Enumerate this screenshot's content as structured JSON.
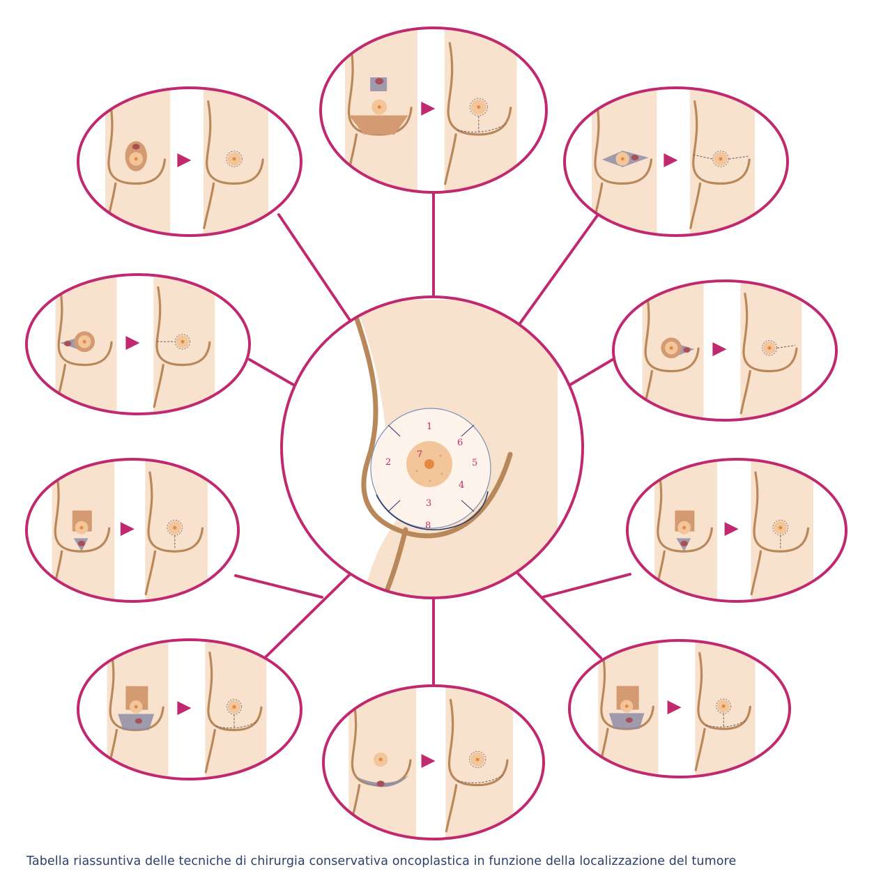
{
  "caption": "Tabella riassuntiva delle tecniche di chirurgia conservativa oncoplastica in funzione della localizzazione del tumore",
  "zones": [
    "1",
    "2",
    "3",
    "4",
    "5",
    "6",
    "7",
    "8"
  ],
  "colors": {
    "frame": "#c0286f",
    "skin": "#f8e1cd",
    "outline": "#b8875a",
    "areola": "#f3c59a",
    "nipple": "#e4893f",
    "resection": "#8f8ea6",
    "tumor": "#a8505a",
    "arrow": "#c0286f",
    "caption": "#2a3f6a"
  },
  "panels": [
    {
      "id": "top",
      "zone": "1",
      "technique": "upper-pedicle-vertical"
    },
    {
      "id": "top-left",
      "zone": "2",
      "technique": "round-block"
    },
    {
      "id": "top-right",
      "zone": "6",
      "technique": "batwing-lateral"
    },
    {
      "id": "mid-left",
      "zone": "2",
      "technique": "medial-triangle"
    },
    {
      "id": "mid-right",
      "zone": "5",
      "technique": "lateral-triangle"
    },
    {
      "id": "lower-left",
      "zone": "3",
      "technique": "j-plasty"
    },
    {
      "id": "lower-right",
      "zone": "4",
      "technique": "vertical-scar"
    },
    {
      "id": "bottom-left",
      "zone": "3",
      "technique": "inverted-t"
    },
    {
      "id": "bottom",
      "zone": "8",
      "technique": "inframammary-crescent"
    },
    {
      "id": "bottom-right",
      "zone": "4",
      "technique": "inverted-t-lateral"
    }
  ]
}
